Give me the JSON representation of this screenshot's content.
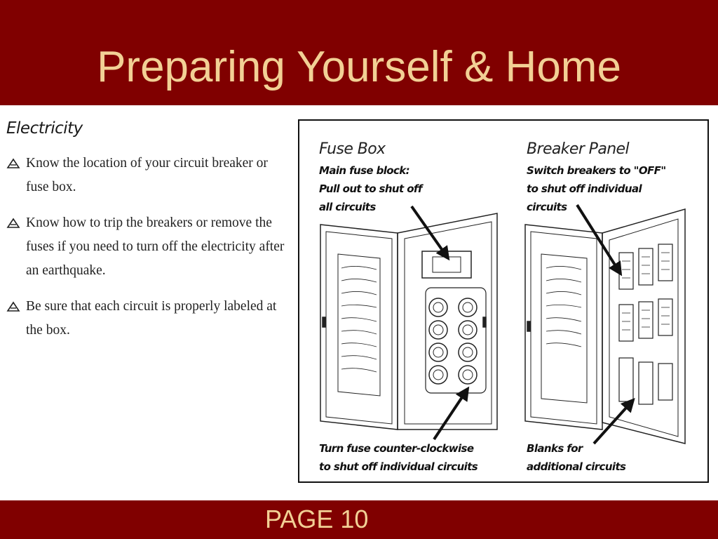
{
  "slide": {
    "title": "Preparing Yourself & Home",
    "page_label": "PAGE 10"
  },
  "content": {
    "heading": "Electricity",
    "bullets": [
      "Know the location of your circuit breaker or fuse box.",
      "Know how to trip the breakers or remove the fuses if you need to turn off the electricity after an earthquake.",
      "Be sure that each circuit is properly labeled at the box."
    ]
  },
  "figure": {
    "fuse_box": {
      "title": "Fuse Box",
      "main_caption": "Main fuse block: Pull out to shut off all circuits",
      "bottom_caption": "Turn fuse counter-clockwise to shut off individual circuits"
    },
    "breaker_panel": {
      "title": "Breaker Panel",
      "main_caption": "Switch breakers to \"OFF\" to shut off individual circuits",
      "bottom_caption": "Blanks for additional circuits"
    }
  },
  "colors": {
    "banner": "#800000",
    "banner_text": "#f2d095"
  }
}
